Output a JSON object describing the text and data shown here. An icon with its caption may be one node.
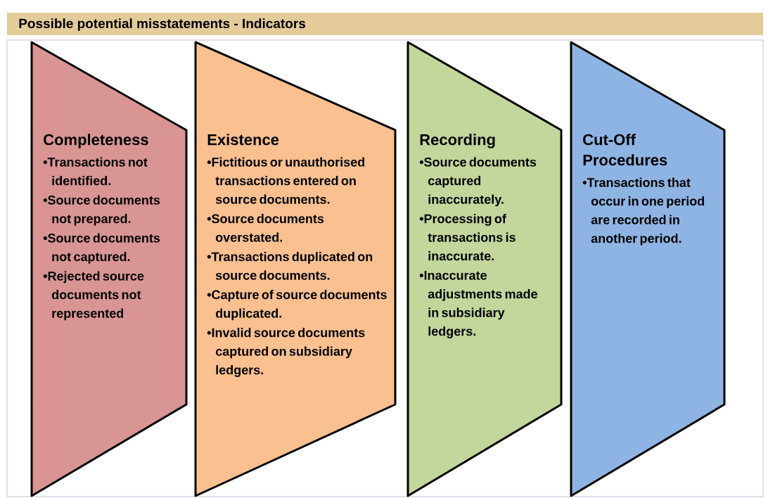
{
  "diagram": {
    "title": "Possible potential misstatements - Indicators",
    "nodes": [
      {
        "text": [
          "Completeness",
          "•Transactions not identified.",
          "•Source documents not prepared.",
          "•Source documents not captured.",
          "•Rejected source documents not represented"
        ]
      },
      {
        "text": [
          "Existence",
          "•Fictitious or unauthorised transactions entered on source documents.",
          "•Source documents overstated.",
          "•Transactions duplicated on source documents.",
          "•Capture of source documents duplicated.",
          "•Invalid source documents captured on subsidiary ledgers."
        ]
      },
      {
        "text": [
          "Recording",
          "•Source documents captured inaccurately.",
          "•Processing of transactions is inaccurate.",
          "•Inaccurate adjustments made in subsidiary ledgers."
        ]
      },
      {
        "text": [
          "Cut-Off Procedures",
          "•Transactions that occur in one period are recorded in another period."
        ]
      }
    ]
  }
}
